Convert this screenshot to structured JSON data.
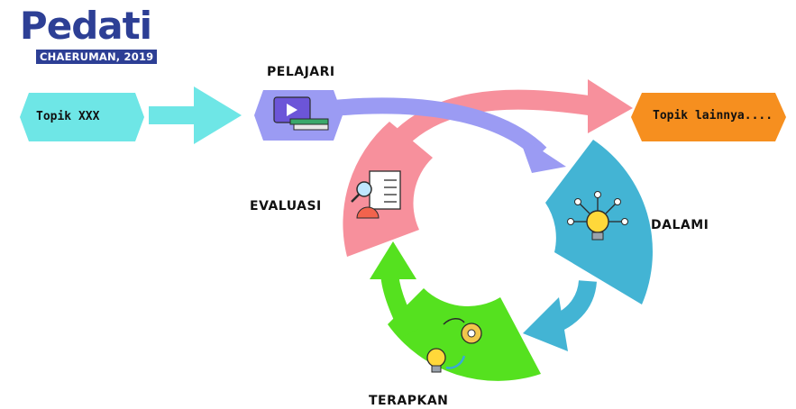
{
  "logo": {
    "word": "Pedati",
    "subtitle": "CHAERUMAN, 2019"
  },
  "start_box": {
    "label": "Topik XXX"
  },
  "end_box": {
    "label": "Topik lainnya...."
  },
  "stages": {
    "learn": "PELAJARI",
    "deepen": "DALAMI",
    "apply": "TERAPKAN",
    "evaluate": "EVALUASI"
  },
  "colors": {
    "logo": "#2d3f95",
    "start": "#6ee6e6",
    "learn": "#9b9bf3",
    "deepen": "#43b4d4",
    "apply": "#55e11f",
    "evaluate": "#f7909c",
    "end": "#f68f1f"
  },
  "icons": {
    "learn": "video-lesson-books-icon",
    "deepen": "lightbulb-network-icon",
    "apply": "idea-gear-cycle-icon",
    "evaluate": "checklist-magnifier-gauge-icon"
  }
}
